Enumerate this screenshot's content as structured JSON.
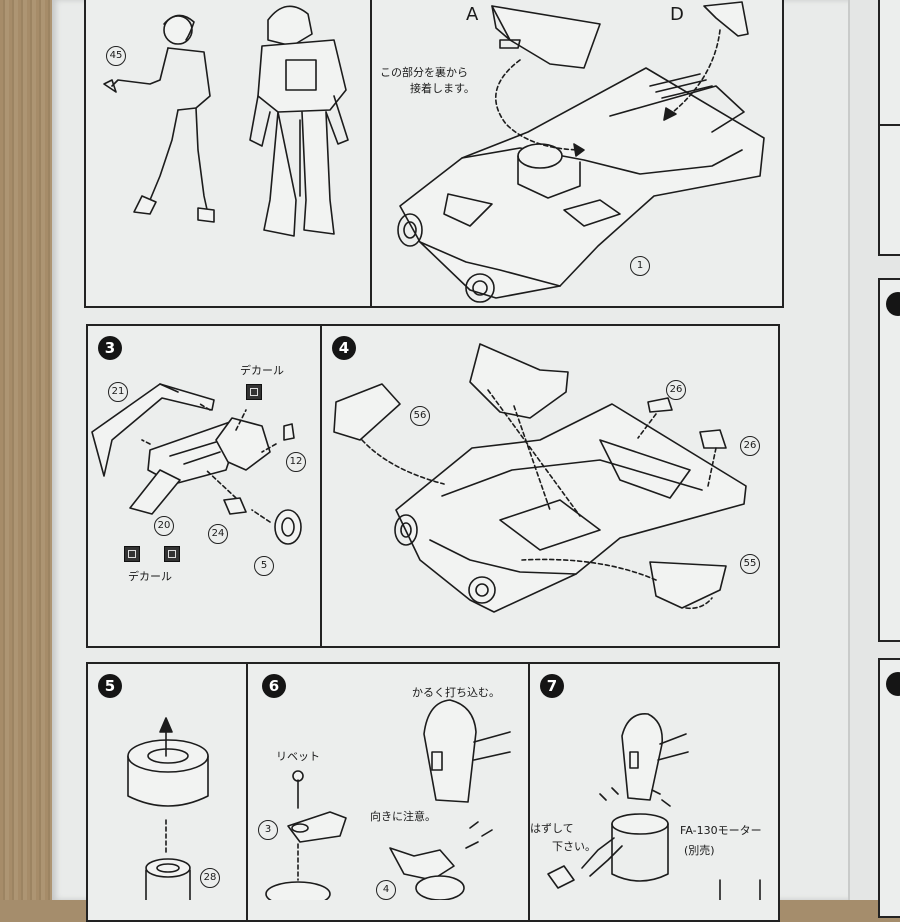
{
  "step3": {
    "number": "3",
    "decal_top": "デカール",
    "decal_bottom": "デカール",
    "parts": [
      "21",
      "12",
      "20",
      "24",
      "5"
    ]
  },
  "step4": {
    "number": "4",
    "parts": [
      "56",
      "26",
      "26",
      "55"
    ]
  },
  "step5": {
    "number": "5",
    "parts": [
      "28"
    ]
  },
  "step6": {
    "number": "6",
    "hammer_note": "かるく打ち込む。",
    "rivet": "リベット",
    "direction_note": "向きに注意。",
    "parts": [
      "3",
      "4"
    ]
  },
  "step7": {
    "number": "7",
    "remove_note_1": "はずして",
    "remove_note_2": "下さい。",
    "motor": "FA-130モーター",
    "motor_note": "(別売)"
  },
  "top": {
    "figure_part": "45",
    "letter_a": "A",
    "letter_d": "D",
    "glue_note_1": "この部分を裏から",
    "glue_note_2": "接着します。",
    "body_part": "1"
  }
}
